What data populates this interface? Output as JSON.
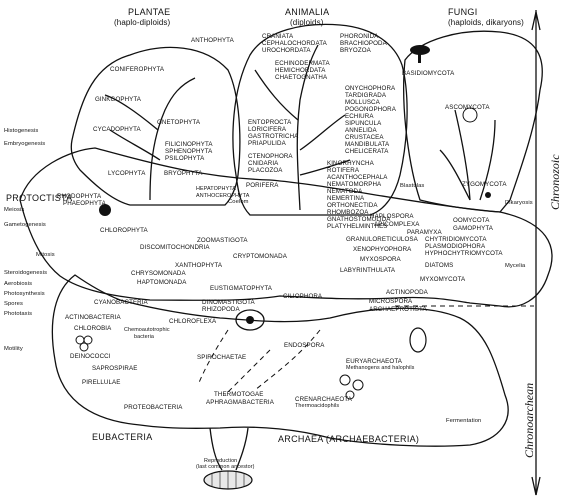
{
  "kingdoms": {
    "plantae": "PLANTAE",
    "plantae_sub": "(haplo-diploids)",
    "animalia": "ANIMALIA",
    "animalia_sub": "(diploids)",
    "fungi": "FUNGI",
    "fungi_sub": "(haploids, dikaryons)",
    "protoctista": "PROTOCTISTA",
    "eubacteria": "EUBACTERIA",
    "archaea": "ARCHAEA (ARCHAEBACTERIA)"
  },
  "time_axis": {
    "upper": "Chronozoic",
    "lower": "Chronoarchean"
  },
  "left_annotations": [
    "Histogenesis",
    "Embryogenesis",
    "Meiosis",
    "Gametogenesis",
    "Mitosis",
    "Steroidogenesis",
    "Aerobiosis",
    "Photosynthesis",
    "Spores",
    "Phototaxis",
    "Motility"
  ],
  "right_annotations": [
    "Dikaryosis",
    "Mycelia",
    "Blastulas",
    "Coelom",
    "Fermentation"
  ],
  "plantae_phyla": [
    "ANTHOPHYTA",
    "CONIFEROPHYTA",
    "GINKGOPHYTA",
    "GNETOPHYTA",
    "CYCADOPHYTA",
    "FILICINOPHYTA",
    "SPHENOPHYTA",
    "PSILOPHYTA",
    "LYCOPHYTA",
    "BRYOPHYTA",
    "HEPATOPHYTA",
    "ANTHOCEROPHYTA"
  ],
  "animalia_phyla": [
    "CRANIATA",
    "CEPHALOCHORDATA",
    "UROCHORDATA",
    "ECHINODERMATA",
    "HEMICHORDATA",
    "CHAETOGNATHA",
    "PHORONIDA",
    "BRACHIOPODA",
    "BRYOZOA",
    "ONYCHOPHORA",
    "TARDIGRADA",
    "MOLLUSCA",
    "POGONOPHORA",
    "ECHIURA",
    "SIPUNCULA",
    "ANNELIDA",
    "CRUSTACEA",
    "MANDIBULATA",
    "CHELICERATA",
    "ENTOPROCTA",
    "LORICIFERA",
    "GASTROTRICHA",
    "PRIAPULIDA",
    "CTENOPHORA",
    "CNIDARIA",
    "PLACOZOA",
    "PORIFERA",
    "KINORHYNCHA",
    "ROTIFERA",
    "ACANTHOCEPHALA",
    "NEMATOMORPHA",
    "NEMATODA",
    "NEMERTINA",
    "ORTHONECTIDA",
    "RHOMBOZOA",
    "GNATHOSTOMULIDA",
    "PLATYHELMINTHES"
  ],
  "fungi_phyla": [
    "BASIDIOMYCOTA",
    "ASCOMYCOTA",
    "ZYGOMYCOTA"
  ],
  "protoctista_phyla": [
    "RHODOPHYTA",
    "PHAEOPHYTA",
    "CHLOROPHYTA",
    "ZOOMASTIGOTA",
    "DISCOMITOCHONDRIA",
    "CRYPTOMONADA",
    "XANTHOPHYTA",
    "CHRYSOMONADA",
    "HAPTOMONADA",
    "EUSTIGMATOPHYTA",
    "DINOMASTIGOTA",
    "CILIOPHORA",
    "RHIZOPODA",
    "HAPLOSPORA",
    "APICOMPLEXA",
    "PARAMYXA",
    "GRANULORETICULOSA",
    "XENOPHYOPHORA",
    "MYXOSPORA",
    "LABYRINTHULATA",
    "ACTINOPODA",
    "MICROSPORA",
    "ARCHAEPROTISTA",
    "OOMYCOTA",
    "GAMOPHYTA",
    "CHYTRIDIOMYCOTA",
    "PLASMODIOPHORA",
    "HYPHOCHYTRIOMYCOTA",
    "DIATOMS",
    "MYXOMYCOTA"
  ],
  "bacteria": [
    "CYANOBACTERIA",
    "ACTINOBACTERIA",
    "CHLOROFLEXA",
    "Chemoautotrophic",
    "bacteria",
    "CHLOROBIA",
    "DEINOCOCCI",
    "SAPROSPIRAE",
    "PIRELLULAE",
    "SPIROCHAETAE",
    "ENDOSPORA",
    "PROTEOBACTERIA",
    "THERMOTOGAE",
    "APHRAGMABACTERIA"
  ],
  "archaea_groups": [
    "EURYARCHAEOTA",
    "Methanogens and halophils",
    "CRENARCHAEOTA",
    "Thermoacidophils"
  ],
  "root": {
    "line1": "Reproduction",
    "line2": "(last common ancestor)"
  },
  "colors": {
    "ink": "#111111",
    "background": "#ffffff"
  }
}
